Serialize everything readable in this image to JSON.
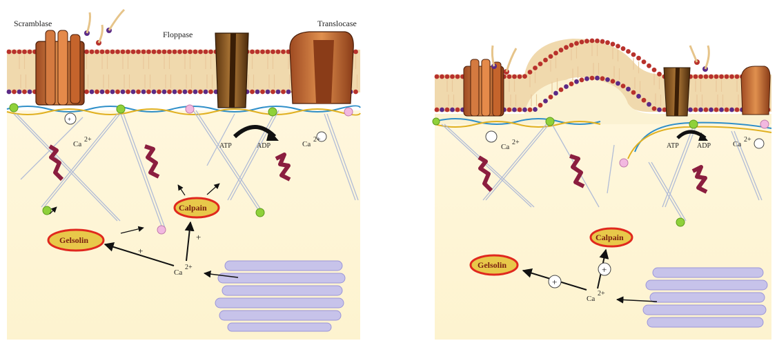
{
  "left_panel": {
    "labels": {
      "scramblase": "Scramblase",
      "floppase": "Floppase",
      "translocase": "Translocase",
      "ca_left": "Ca",
      "ca_left_sup": "2+",
      "atp": "ATP",
      "adp": "ADP",
      "ca_right": "Ca",
      "ca_right_sup": "2+",
      "calpain": "Calpain",
      "gelsolin": "Gelsolin",
      "ca_center": "Ca",
      "ca_center_sup": "2+",
      "plus_gelsolin": "+",
      "plus_calpain": "+"
    }
  },
  "right_panel": {
    "labels": {
      "ca_left": "Ca",
      "ca_left_sup": "2+",
      "atp": "ATP",
      "adp": "ADP",
      "ca_right": "Ca",
      "ca_right_sup": "2+",
      "calpain": "Calpain",
      "gelsolin": "Gelsolin",
      "ca_center": "Ca",
      "ca_center_sup": "2+",
      "plus_gelsolin": "+",
      "plus_calpain": "+"
    }
  },
  "colors": {
    "cytoplasm": "#fbf2d2",
    "head_red": "#b8322c",
    "head_purple": "#5b2a86",
    "lipid_tail": "#f3dcb0",
    "channel": "#c8703a",
    "floppase": "#8a5a24",
    "enzyme_fill": "#e8c84a",
    "enzyme_ring": "#e0281e",
    "er": "#c7c3ea"
  }
}
